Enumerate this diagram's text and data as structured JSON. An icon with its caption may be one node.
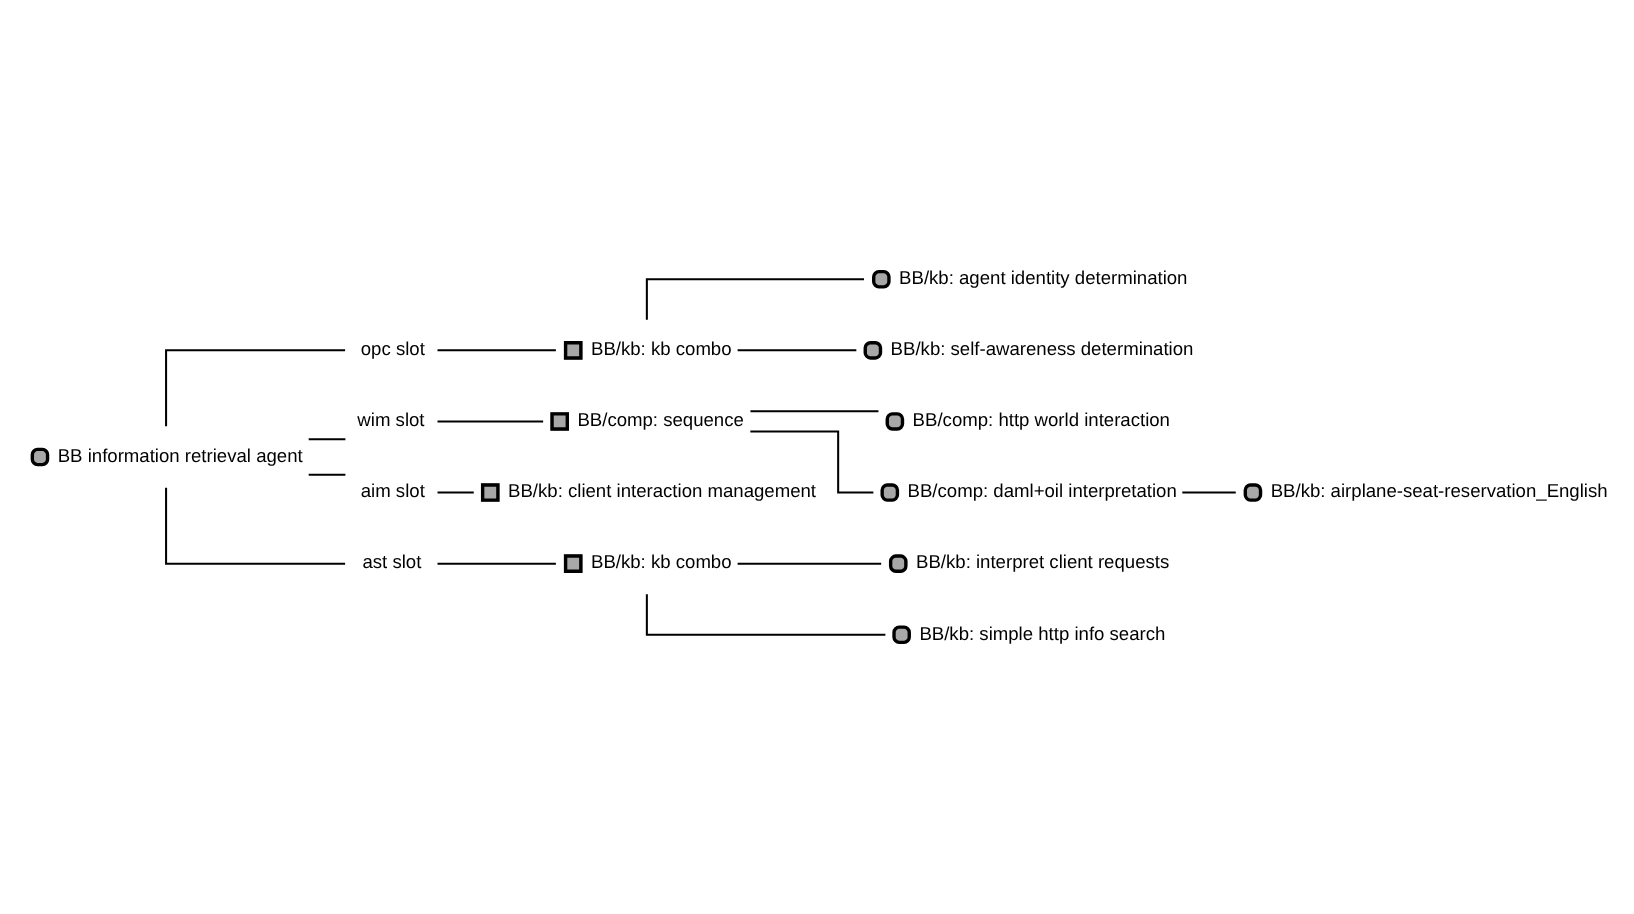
{
  "diagram": {
    "nodes": [
      {
        "text": [
          "BB information retrieval agent"
        ]
      },
      {
        "text": [
          "opc slot"
        ]
      },
      {
        "text": [
          "BB/kb: kb combo"
        ]
      },
      {
        "text": [
          "BB/kb: agent identity determination"
        ]
      },
      {
        "text": [
          "BB/kb: self-awareness determination"
        ]
      },
      {
        "text": [
          "wim slot"
        ]
      },
      {
        "text": [
          "BB/comp: sequence"
        ]
      },
      {
        "text": [
          "BB/comp: http world interaction"
        ]
      },
      {
        "text": [
          "BB/comp: daml+oil interpretation"
        ]
      },
      {
        "text": [
          "BB/kb: airplane-seat-reservation_English"
        ]
      },
      {
        "text": [
          "aim slot"
        ]
      },
      {
        "text": [
          "BB/kb: client interaction management"
        ]
      },
      {
        "text": [
          "ast slot"
        ]
      },
      {
        "text": [
          "BB/kb: kb combo"
        ]
      },
      {
        "text": [
          "BB/kb: interpret client requests"
        ]
      },
      {
        "text": [
          "BB/kb: simple http info search"
        ]
      }
    ],
    "edges": [
      {
        "from": 0,
        "to": 1,
        "arrow": "none"
      },
      {
        "from": 1,
        "to": 2,
        "arrow": "none"
      },
      {
        "from": 2,
        "to": 3,
        "arrow": "none"
      },
      {
        "from": 2,
        "to": 4,
        "arrow": "none"
      },
      {
        "from": 0,
        "to": 5,
        "arrow": "none"
      },
      {
        "from": 5,
        "to": 6,
        "arrow": "none"
      },
      {
        "from": 6,
        "to": 7,
        "arrow": "none"
      },
      {
        "from": 6,
        "to": 8,
        "arrow": "none"
      },
      {
        "from": 8,
        "to": 9,
        "arrow": "none"
      },
      {
        "from": 0,
        "to": 10,
        "arrow": "none"
      },
      {
        "from": 10,
        "to": 11,
        "arrow": "none"
      },
      {
        "from": 0,
        "to": 12,
        "arrow": "none"
      },
      {
        "from": 12,
        "to": 13,
        "arrow": "none"
      },
      {
        "from": 13,
        "to": 14,
        "arrow": "none"
      },
      {
        "from": 13,
        "to": 15,
        "arrow": "none"
      }
    ]
  }
}
